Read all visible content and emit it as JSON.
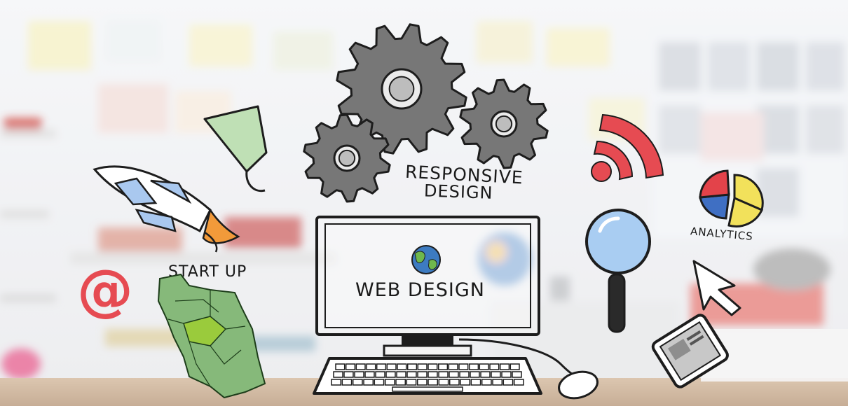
{
  "labels": {
    "responsive_line1": "RESPONSIVE",
    "responsive_line2": "DESIGN",
    "start_up": "START UP",
    "web_design": "WEB DESIGN",
    "analytics": "ANALYTICS",
    "at_sign": "@"
  },
  "icons": [
    "gear-icon",
    "speech-bubble-icon",
    "rss-icon",
    "pie-chart-icon",
    "rocket-icon",
    "at-sign-icon",
    "magnifier-icon",
    "cursor-icon",
    "tablet-icon",
    "globe-icon",
    "map-icon",
    "computer-icon",
    "keyboard-icon",
    "mouse-icon"
  ],
  "colors": {
    "gear": "#777777",
    "rss": "#e64b52",
    "bubble": "#bfe0b5",
    "map": "#86b97a",
    "map_highlight": "#9acb3c",
    "pie_red": "#e3434a",
    "pie_blue": "#3f6fc3",
    "pie_yellow": "#f2e15b",
    "rocket_blue": "#a9c8ef",
    "flame": "#f29a3a",
    "magnifier": "#a9cdf2"
  }
}
